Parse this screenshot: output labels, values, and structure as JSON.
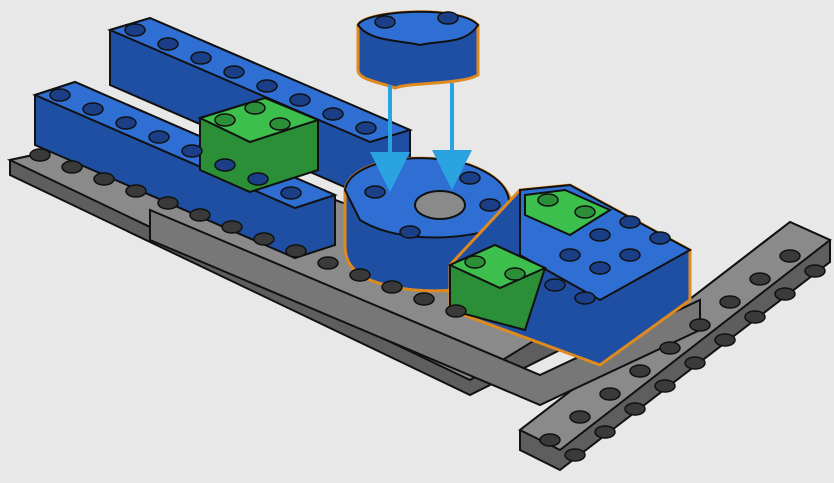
{
  "colors": {
    "background": "#e8e8e8",
    "plate_top": "#8a8a8a",
    "plate_side": "#5e5e5e",
    "plate_stud": "#3a3a3a",
    "blue_top": "#2f6fd4",
    "blue_side": "#1f4fa3",
    "blue_stud": "#1a3f86",
    "green_top": "#3cbf4c",
    "green_side": "#2a8f36",
    "highlight_outline": "#e08a1e",
    "arrow": "#2aa3e0",
    "outline": "#111111"
  },
  "scene": {
    "step_parts": [
      "curved-blue-brick",
      "curved-blue-brick-placed",
      "green-blue-brick-assembly"
    ],
    "placement_arrows": 2
  }
}
